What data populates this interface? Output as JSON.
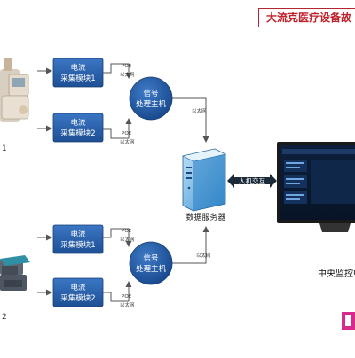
{
  "header": {
    "title": "大流克医疗设备故"
  },
  "modules": {
    "top_1": {
      "line1": "电流",
      "line2": "采集模块1"
    },
    "top_2": {
      "line1": "电流",
      "line2": "采集模块2"
    },
    "bottom_1": {
      "line1": "电流",
      "line2": "采集模块1"
    },
    "bottom_2": {
      "line1": "电流",
      "line2": "采集模块2"
    }
  },
  "processors": {
    "top": {
      "line1": "信号",
      "line2": "处理主机"
    },
    "bottom": {
      "line1": "信号",
      "line2": "处理主机"
    }
  },
  "links": {
    "poe": "POE",
    "ethernet": "以太网",
    "interaction": "人机交互"
  },
  "server": {
    "label": "数据服务器"
  },
  "monitor": {
    "label": "中央监控中"
  },
  "device_labels": {
    "group1": "1",
    "group2": "2"
  },
  "colors": {
    "module_blue": "#2a63ad",
    "module_blue_dark": "#1a4a8a",
    "arrow": "#555555",
    "title_red": "#c0202a",
    "logo_magenta": "#d82a8c"
  }
}
